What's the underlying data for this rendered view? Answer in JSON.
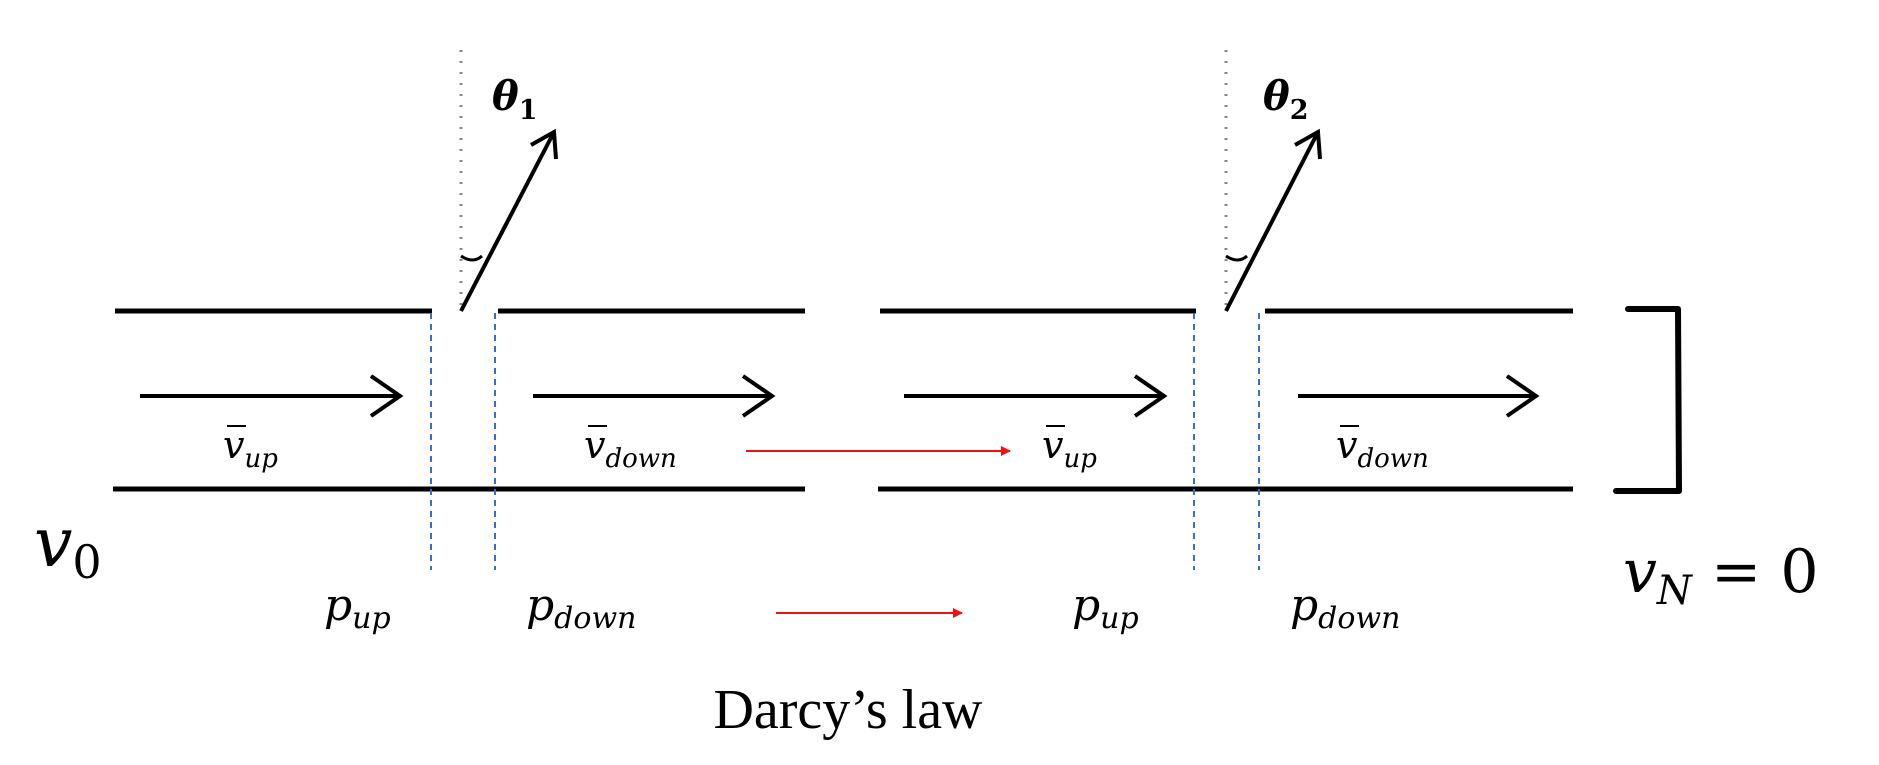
{
  "labels": {
    "theta1": {
      "sym": "θ",
      "sub": "1"
    },
    "theta2": {
      "sym": "θ",
      "sub": "2"
    },
    "v_up_1": {
      "sym": "v",
      "sub": "up"
    },
    "v_down_1": {
      "sym": "v",
      "sub": "down"
    },
    "v_up_2": {
      "sym": "v",
      "sub": "up"
    },
    "v_down_2": {
      "sym": "v",
      "sub": "down"
    },
    "v0": {
      "sym": "v",
      "sub": "0"
    },
    "vN": {
      "sym": "v",
      "sub": "N",
      "rest": " = 0"
    },
    "p_up_1": {
      "sym": "p",
      "sub": "up"
    },
    "p_down_1": {
      "sym": "p",
      "sub": "down"
    },
    "p_up_2": {
      "sym": "p",
      "sub": "up"
    },
    "p_down_2": {
      "sym": "p",
      "sub": "down"
    },
    "caption": "Darcy’s law"
  },
  "colors": {
    "line": "#000000",
    "transfer_arrow": "#ee1111",
    "dashed_guide": "#3b6fc4",
    "dotted_guide": "#888888"
  }
}
